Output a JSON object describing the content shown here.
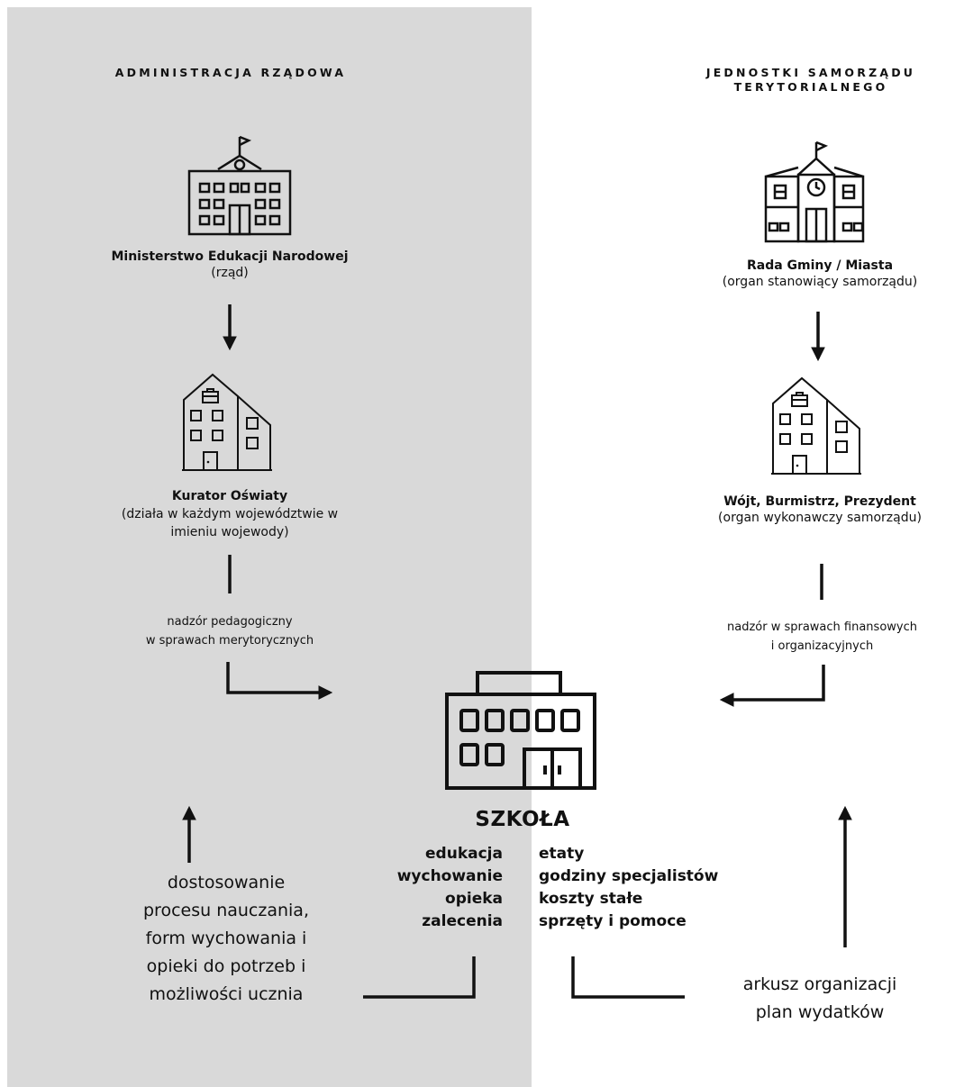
{
  "colors": {
    "gov_panel": "#d9d9d9",
    "background": "#ffffff",
    "ink": "#111111"
  },
  "left_column": {
    "heading": "ADMINISTRACJA RZĄDOWA",
    "ministry": {
      "icon": "government-building-icon",
      "name": "Ministerstwo Edukacji Narodowej",
      "description": "(rząd)"
    },
    "curator": {
      "icon": "office-building-icon",
      "name": "Kurator Oświaty",
      "description_line1": "(działa w każdym województwie w",
      "description_line2": "imieniu wojewody)"
    },
    "supervision_line1": "nadzór  pedagogiczny",
    "supervision_line2": "w sprawach merytorycznych",
    "bottom_text": [
      "dostosowanie",
      "procesu nauczania,",
      "form wychowania i",
      "opieki do potrzeb i",
      "możliwości ucznia"
    ]
  },
  "right_column": {
    "heading_line1": "JEDNOSTKI SAMORZĄDU",
    "heading_line2": "TERYTORIALNEGO",
    "council": {
      "icon": "town-hall-icon",
      "name": "Rada Gminy / Miasta",
      "description": "(organ stanowiący samorządu)"
    },
    "mayor": {
      "icon": "office-building-icon",
      "name": "Wójt, Burmistrz, Prezydent",
      "description": "(organ wykonawczy samorządu)"
    },
    "supervision_line1": "nadzór  w sprawach finansowych",
    "supervision_line2": "i organizacyjnych",
    "bottom_text": [
      "arkusz organizacji",
      "plan wydatków"
    ]
  },
  "school": {
    "icon": "school-building-icon",
    "title": "SZKOŁA",
    "left_tasks": [
      "edukacja",
      "wychowanie",
      "opieka",
      "zalecenia"
    ],
    "right_tasks": [
      "etaty",
      "godziny specjalistów",
      "koszty stałe",
      "sprzęty i pomoce"
    ]
  }
}
